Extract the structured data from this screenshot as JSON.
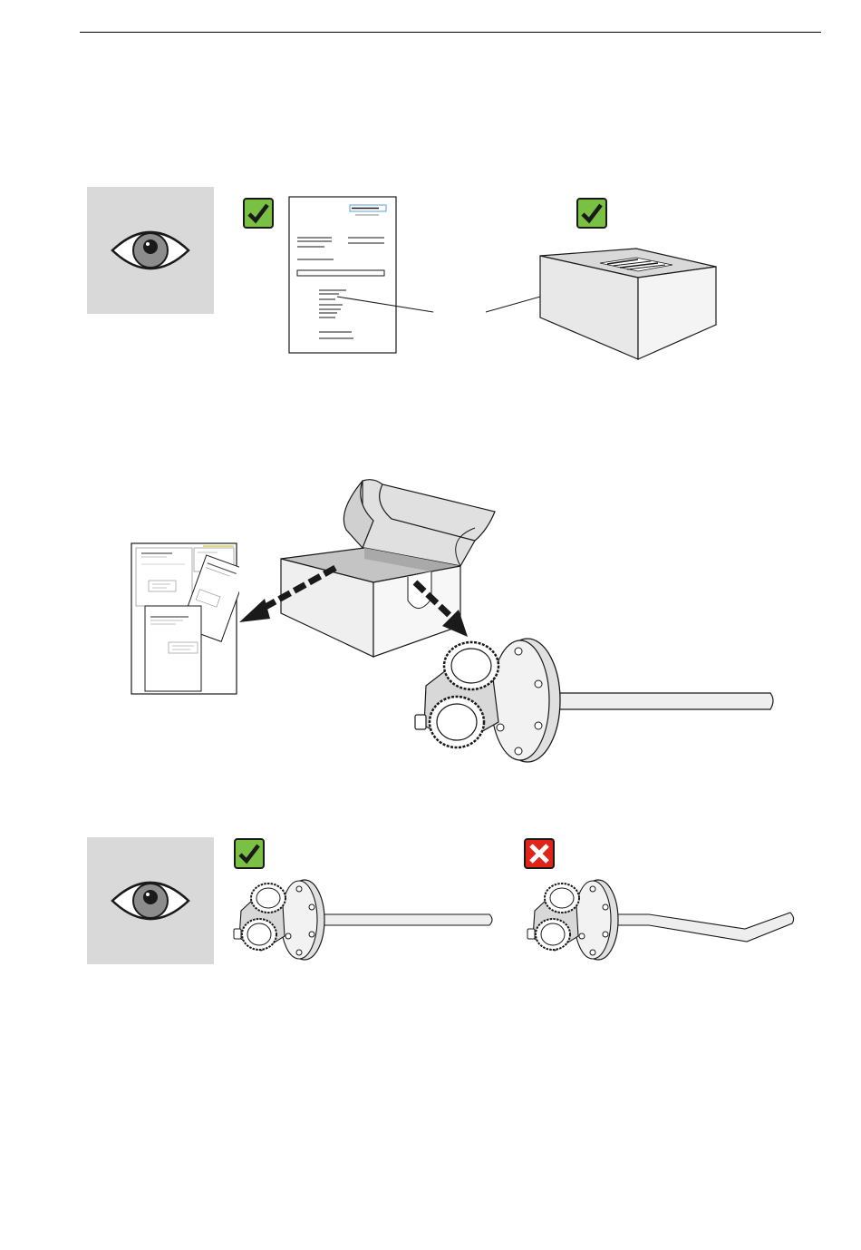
{
  "header": {
    "has_rule": true
  },
  "colors": {
    "ok_green": "#7ac143",
    "not_ok_red": "#e2231a",
    "panel_gray": "#d9d9d9",
    "iris_gray": "#8c8c8c",
    "line_black": "#1a1a1a"
  },
  "icons": {
    "inspect": "eye-icon",
    "ok": "checkmark-icon",
    "not_ok": "cross-icon",
    "document": "delivery-note-icon",
    "package": "package-box-icon",
    "device": "level-transmitter-icon"
  },
  "status": {
    "delivery_note_check": "ok",
    "package_label_check": "ok",
    "straight_probe_check": "ok",
    "bent_probe_check": "not_ok"
  }
}
